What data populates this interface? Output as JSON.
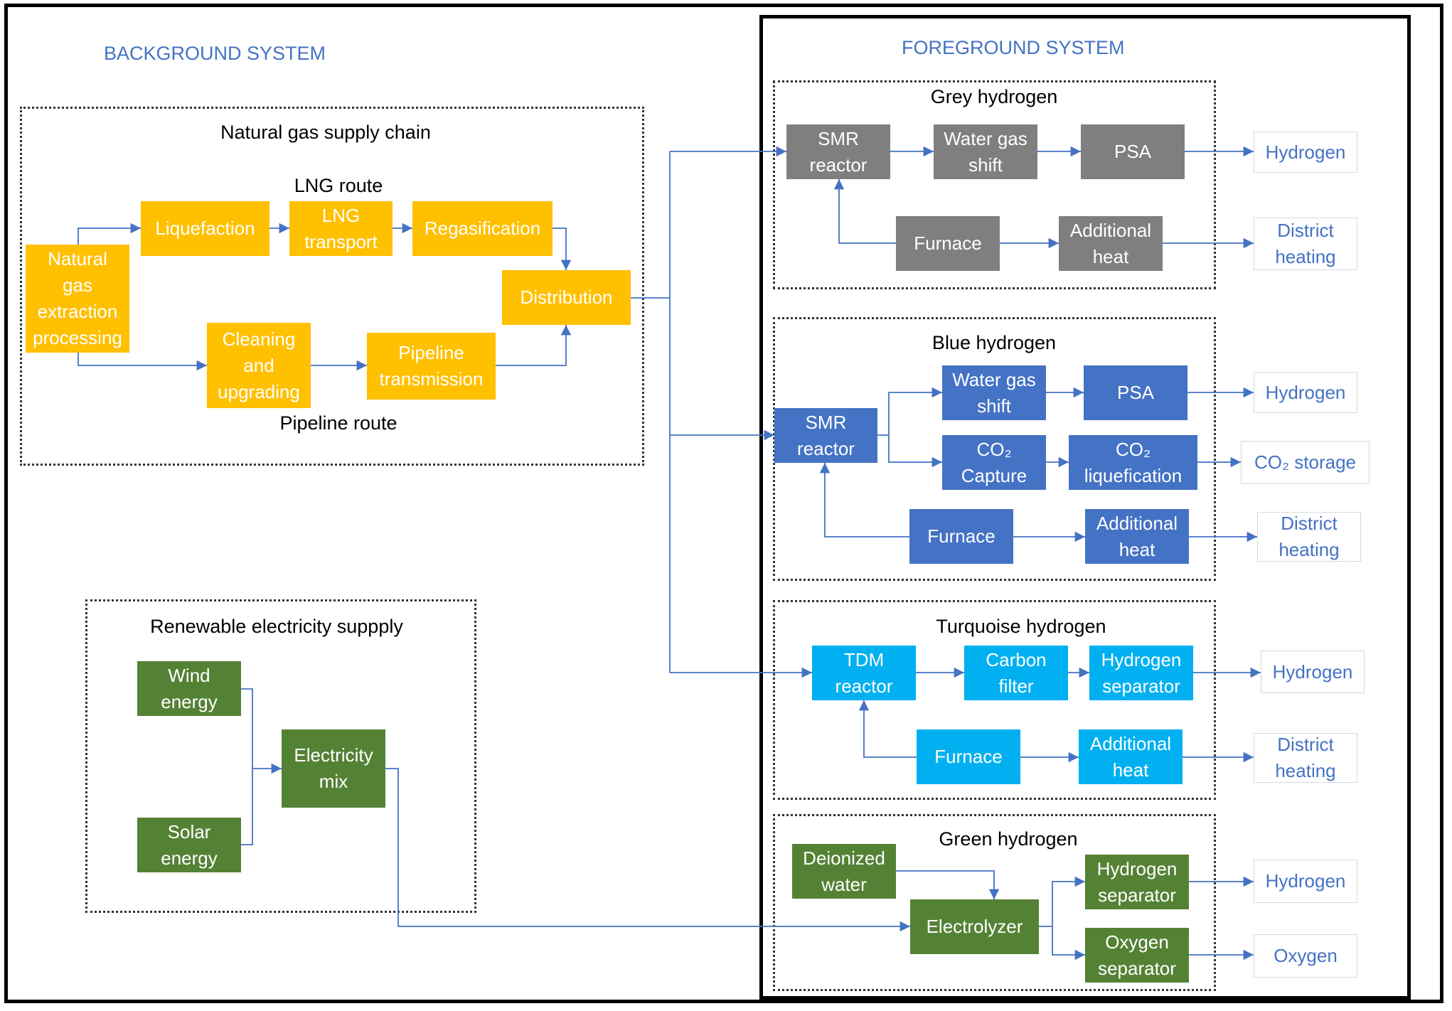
{
  "systems": {
    "background_title": "BACKGROUND SYSTEM",
    "foreground_title": "FOREGROUND SYSTEM"
  },
  "natural_gas": {
    "title": "Natural gas supply chain",
    "lng_route_label": "LNG route",
    "pipeline_route_label": "Pipeline route",
    "nodes": {
      "extraction": "Natural\ngas\nextraction\nprocessing",
      "liquefaction": "Liquefaction",
      "lng_transport": "LNG\ntransport",
      "regasification": "Regasification",
      "distribution": "Distribution",
      "cleaning": "Cleaning\nand\nupgrading",
      "pipeline_transmission": "Pipeline\ntransmission"
    }
  },
  "renewable": {
    "title": "Renewable electricity suppply",
    "nodes": {
      "wind": "Wind\nenergy",
      "solar": "Solar\nenergy",
      "mix": "Electricity\nmix"
    }
  },
  "grey": {
    "title": "Grey hydrogen",
    "nodes": {
      "smr": "SMR\nreactor",
      "wgs": "Water gas\nshift",
      "psa": "PSA",
      "furnace": "Furnace",
      "heat": "Additional\nheat"
    },
    "outputs": {
      "hydrogen": "Hydrogen",
      "district": "District\nheating"
    }
  },
  "blue": {
    "title": "Blue hydrogen",
    "nodes": {
      "smr": "SMR\nreactor",
      "wgs": "Water gas\nshift",
      "psa": "PSA",
      "capture": "CO₂\nCapture",
      "liquefaction": "CO₂\nliquefication",
      "furnace": "Furnace",
      "heat": "Additional\nheat"
    },
    "outputs": {
      "hydrogen": "Hydrogen",
      "storage": "CO₂  storage",
      "district": "District\nheating"
    }
  },
  "turquoise": {
    "title": "Turquoise hydrogen",
    "nodes": {
      "tdm": "TDM\nreactor",
      "carbon": "Carbon\nfilter",
      "separator": "Hydrogen\nseparator",
      "furnace": "Furnace",
      "heat": "Additional\nheat"
    },
    "outputs": {
      "hydrogen": "Hydrogen",
      "district": "District\nheating"
    }
  },
  "green": {
    "title": "Green hydrogen",
    "nodes": {
      "water": "Deionized\nwater",
      "electrolyzer": "Electrolyzer",
      "h2_separator": "Hydrogen\nseparator",
      "o2_separator": "Oxygen\nseparator"
    },
    "outputs": {
      "hydrogen": "Hydrogen",
      "oxygen": "Oxygen"
    }
  },
  "colors": {
    "natural_gas": "#ffc000",
    "grey": "#7f7f7f",
    "blue": "#4472c4",
    "turquoise": "#00b0f0",
    "green": "#548235",
    "connector": "#4472c4"
  }
}
